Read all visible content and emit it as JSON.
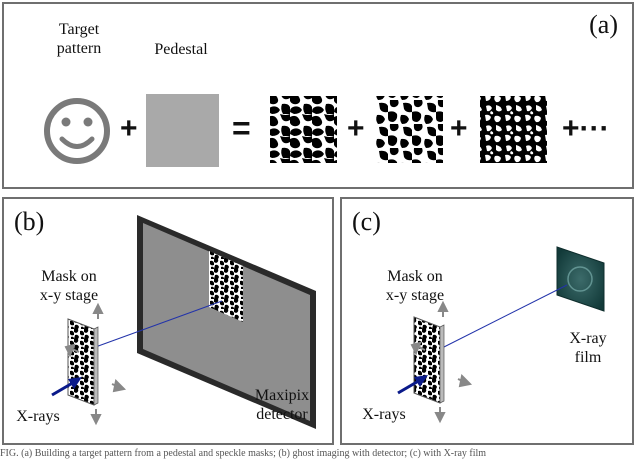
{
  "panel_a": {
    "tag": "(a)",
    "target_label_1": "Target",
    "target_label_2": "pattern",
    "pedestal_label": "Pedestal",
    "plus": "+",
    "equals": "=",
    "ellipsis": "+···"
  },
  "panel_b": {
    "tag": "(b)",
    "mask_label_1": "Mask on",
    "mask_label_2": "x-y stage",
    "xrays_label": "X-rays",
    "detector_label_1": "Maxipix",
    "detector_label_2": "detector"
  },
  "panel_c": {
    "tag": "(c)",
    "mask_label_1": "Mask on",
    "mask_label_2": "x-y stage",
    "xrays_label": "X-rays",
    "film_label_1": "X-ray",
    "film_label_2": "film"
  },
  "caption": "FIG. (a) Building a target pattern from a pedestal and speckle masks; (b) ghost imaging with detector; (c) with X-ray film"
}
